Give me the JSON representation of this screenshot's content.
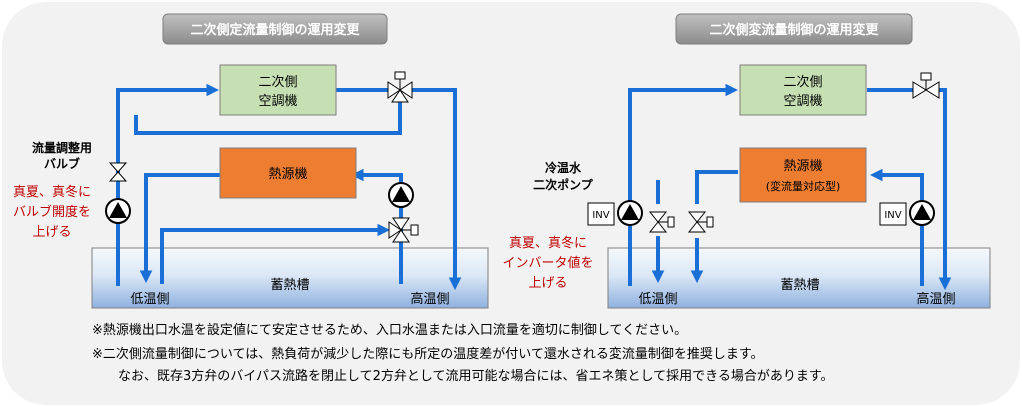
{
  "left": {
    "title": "二次側定流量制御の運用変更",
    "ac_unit_line1": "二次側",
    "ac_unit_line2": "空調機",
    "heat_source": "熱源機",
    "valve_label_line1": "流量調整用",
    "valve_label_line2": "バルブ",
    "advice_line1": "真夏、真冬に",
    "advice_line2": "バルブ開度を",
    "advice_line3": "上げる",
    "tank": "蓄熱槽",
    "low_temp": "低温側",
    "high_temp": "高温側"
  },
  "right": {
    "title": "二次側変流量制御の運用変更",
    "ac_unit_line1": "二次側",
    "ac_unit_line2": "空調機",
    "heat_source_line1": "熱源機",
    "heat_source_line2": "(変流量対応型)",
    "pump_label_line1": "冷温水",
    "pump_label_line2": "二次ポンプ",
    "inv_left": "INV",
    "inv_right": "INV",
    "advice_line1": "真夏、真冬に",
    "advice_line2": "インバータ値を",
    "advice_line3": "上げる",
    "tank": "蓄熱槽",
    "low_temp": "低温側",
    "high_temp": "高温側"
  },
  "notes": {
    "note1": "※熱源機出口水温を設定値にて安定させるため、入口水温または入口流量を適切に制御してください。",
    "note2": "※二次側流量制御については、熱負荷が減少した際にも所定の温度差が付いて還水される変流量制御を推奨します。",
    "note3": "なお、既存3方弁のバイパス流路を閉止して2方弁として流用可能な場合には、省エネ策として採用できる場合があります。"
  },
  "colors": {
    "pipe": "#1a6fd6",
    "ac_unit": "#c6e0b4",
    "heat_source": "#ed7d31",
    "title_box": "#a6a6a6",
    "advice_text": "#c00000",
    "tank_top": "#dbe7f5",
    "tank_bottom": "#8fb1e0"
  }
}
